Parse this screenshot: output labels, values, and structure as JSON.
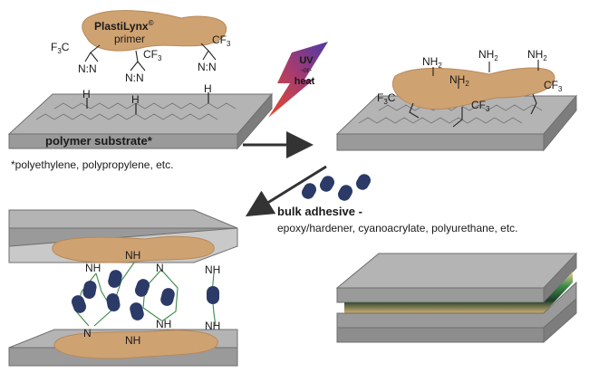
{
  "primer": {
    "brand": "PlastiLynx",
    "reg_mark": "©",
    "label": "primer"
  },
  "substrate": {
    "label": "polymer substrate*",
    "footnote": "*polyethylene, polypropylene, etc."
  },
  "activation": {
    "line1": "UV",
    "line2": "-or-",
    "line3": "heat"
  },
  "adhesive": {
    "label": "bulk adhesive -",
    "examples": "epoxy/hardener, cyanoacrylate, polyurethane, etc."
  },
  "chem": {
    "cf3": "CF",
    "cf3_sub": "3",
    "f3c": "F",
    "f3c_sub": "3",
    "f3c_c": "C",
    "nn": "N",
    "h": "H",
    "nh2": "NH",
    "nh2_sub": "2",
    "nh": "NH",
    "n": "N"
  },
  "colors": {
    "primer": "#cfa272",
    "substrate_top": "#b3b3b3",
    "substrate_side": "#8a8a8a",
    "adhesive": "#2b3a66",
    "crosslink": "#3c8a4a",
    "arrow_gradient_start": "#e04040",
    "arrow_gradient_end": "#5a3fa0"
  }
}
